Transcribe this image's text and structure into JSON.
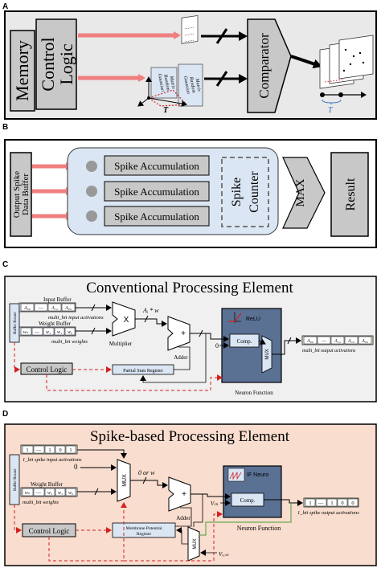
{
  "panel_a": {
    "letter": "A",
    "memory": "Memory",
    "control_logic_1": "Control",
    "control_logic_2": "Logic",
    "grm_1": "Gaussian",
    "grm_2": "Random",
    "grm_3": "Matrix",
    "t_label": "T",
    "comparator": "Comparator",
    "t_axis_label": "T"
  },
  "panel_b": {
    "letter": "B",
    "output_buffer_1": "Output Spike",
    "output_buffer_2": "Data Buffer",
    "spike_acc": [
      "Spike Accumulation",
      "Spike Accumulation",
      "Spike Accumulation"
    ],
    "spike_counter_1": "Spike",
    "spike_counter_2": "Counter",
    "max": "MAX",
    "result": "Result"
  },
  "panel_c": {
    "letter": "C",
    "title": "Conventional Processing Element",
    "buffer_router": "Buffer Router",
    "input_buffer": "Input Buffer",
    "input_cells": [
      "A₀₀",
      "—",
      "A₁₂",
      "A₀₀"
    ],
    "input_caption": "multi_bit input activations",
    "weight_buffer": "Weight Buffer",
    "weight_cells": [
      "wₙ",
      "—",
      "w₂",
      "w₁",
      "w₀"
    ],
    "weight_caption": "multi_bit weights",
    "multiplier_symbol": "X",
    "multiplier": "Multiplier",
    "product": "Aᵢ * w",
    "adder_symbol": "+",
    "adder": "Adder",
    "relu": "ReLU",
    "comp": "Comp.",
    "mux": "MUX",
    "zero": "0",
    "output_cells": [
      "A₀₀",
      "—",
      "A₁₂",
      "A₁₀",
      "A₀₀"
    ],
    "output_caption": "multi_bit output activations",
    "control_logic": "Control Logic",
    "psr": "Partial Sum Register",
    "neuron_function": "Neuron Function"
  },
  "panel_d": {
    "letter": "D",
    "title": "Spike-based Processing Element",
    "buffer_router": "Buffer Router",
    "input_cells": [
      "1",
      "—",
      "1",
      "0",
      "1"
    ],
    "input_caption": "1_bit spike input activations",
    "zero": "0",
    "weight_buffer": "Weight Buffer",
    "weight_cells": [
      "wₙ",
      "—",
      "w₂",
      "w₁",
      "w₀"
    ],
    "weight_caption": "multi_bit weights",
    "mux": "MUX",
    "zero_or_w": "0 or w",
    "adder_symbol": "+",
    "adder": "Adder",
    "vth": "Vₜₕ",
    "if_neuron": "IF Neuro",
    "comp": "Comp.",
    "output_cells": [
      "1",
      "—",
      "1",
      "0",
      "0"
    ],
    "output_caption": "1_bit spike output activations",
    "control_logic": "Control Logic",
    "mpr_1": "Membrane Potential",
    "mpr_2": "Register",
    "neuron_function": "Neuron Function",
    "vrest": "Vᵣₑₛₜ"
  },
  "colors": {
    "panel_a_bg": "#e9e9e9",
    "panel_b_bg": "#ffffff",
    "panel_c_bg": "#f0f0f0",
    "panel_d_bg": "#f9ddcf",
    "box_gray": "#c8c8c8",
    "pink_arrow": "#f08080",
    "light_blue": "#dbe6f4",
    "blue_box": "#5a7194",
    "cell_blue": "#dce8f4",
    "cell_green": "#e4f1dd",
    "red_dash": "#d42020",
    "green_line": "#6aa84f"
  }
}
